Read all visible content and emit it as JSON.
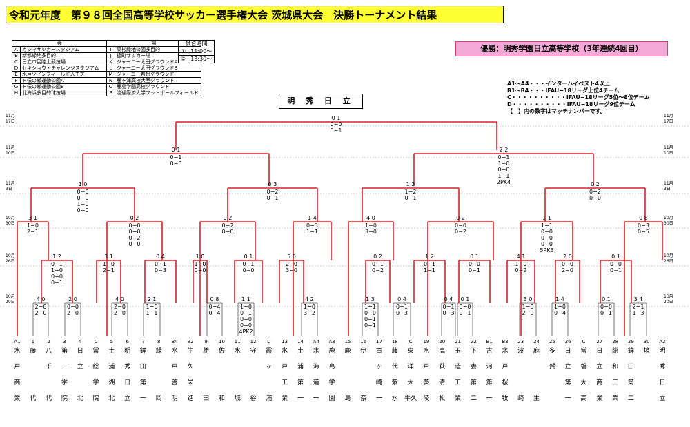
{
  "title": "令和元年度　第９８回全国高等学校サッカー選手権大会 茨城県大会　決勝トーナメント結果",
  "winner_text": "優勝：明秀学園日立高等学校（3年連続4回目）",
  "champion": "明 秀 日 立",
  "venue_header": [
    "会",
    "場"
  ],
  "venues": [
    [
      "A",
      "カシマサッカースタジアム",
      "I",
      "高松緑地公園多目的"
    ],
    [
      "B",
      "新都緑地多目的",
      "J",
      "捷町サッカー場"
    ],
    [
      "C",
      "日立市民陸上競技場",
      "K",
      "ジャーニー太田グラウンドA"
    ],
    [
      "D",
      "セキショウ・チャレンジスタジアム",
      "L",
      "ジャーニー太田グラウンドB"
    ],
    [
      "E",
      "水戸ツインフィールド人工芝",
      "M",
      "ジャーニー若松グラウンド"
    ],
    [
      "F",
      "ト伝の郷運動公園A",
      "N",
      "鹿ヶ浦高校大室グラウンド"
    ],
    [
      "G",
      "ト伝の郷運動公園B",
      "O",
      "鹿島学園高校グラウンド"
    ],
    [
      "H",
      "北海浜多目的球技場",
      "P",
      "流通経済大学フットボールフィールド"
    ]
  ],
  "time_header": "試合時間",
  "times": [
    [
      "①",
      "11:00〜"
    ],
    [
      "②",
      "13:30〜"
    ]
  ],
  "legend": [
    "A1〜A4・・・インターハイベスト4以上",
    "B1〜B4・・・IFAU−18リーグ上位4チーム",
    "C・・・・・・・・・・IFAU−18リーグ5位〜8位チーム",
    "D・・・・・・・・・・IFAU−18リーグ9位チーム",
    "【　】内の数字はマッチナンバーです。"
  ],
  "round_labels": [
    {
      "l": "11月",
      "r": "17日"
    },
    {
      "l": "11月",
      "r": "10日"
    },
    {
      "l": "11月",
      "r": "3日"
    },
    {
      "l": "10月",
      "r": "30日"
    },
    {
      "l": "10月",
      "r": "26日"
    },
    {
      "l": "10月",
      "r": "20日"
    }
  ],
  "seeds": [
    "A1",
    "1",
    "2",
    "3",
    "4",
    "C",
    "5",
    "6",
    "7",
    "8",
    "B4",
    "B2",
    "9",
    "10",
    "11",
    "12",
    "D",
    "13",
    "14",
    "A4",
    "A3",
    "15",
    "16",
    "17",
    "18",
    "C",
    "19",
    "20",
    "21",
    "22",
    "B1",
    "B3",
    "23",
    "24",
    "25",
    "26",
    "C",
    "27",
    "28",
    "29",
    "30",
    "A2"
  ],
  "teams": [
    [
      "水",
      "戸",
      "商",
      "業"
    ],
    [
      "藤",
      "",
      "",
      "代"
    ],
    [
      "八",
      "千",
      "",
      "代"
    ],
    [
      "第",
      "一",
      "学",
      "院"
    ],
    [
      "日",
      "立",
      "",
      "北"
    ],
    [
      "常",
      "総",
      "学",
      "院"
    ],
    [
      "土",
      "浦",
      "湖",
      "北"
    ],
    [
      "明",
      "秀",
      "日",
      "立"
    ],
    [
      "鉾",
      "田",
      "第",
      "一"
    ],
    [
      "緑",
      "",
      "",
      "岡"
    ],
    [
      "水",
      "戸",
      "啓",
      "明"
    ],
    [
      "牛",
      "久",
      "栄",
      "進"
    ],
    [
      "勝",
      "",
      "",
      "田"
    ],
    [
      "佐",
      "",
      "",
      "和"
    ],
    [
      "水",
      "",
      "",
      "城"
    ],
    [
      "守",
      "",
      "",
      "谷"
    ],
    [
      "霞",
      "ヶ",
      "",
      "浦"
    ],
    [
      "水",
      "戸",
      "工",
      "業"
    ],
    [
      "土",
      "浦",
      "第",
      "一"
    ],
    [
      "水",
      "海",
      "道",
      "一"
    ],
    [
      "鹿",
      "島",
      "学",
      "園"
    ],
    [
      "鹿",
      "",
      "",
      "島"
    ],
    [
      "伊",
      "",
      "",
      "奈"
    ],
    [
      "竜",
      "ヶ",
      "崎",
      "一"
    ],
    [
      "藤",
      "代",
      "紫",
      "水"
    ],
    [
      "東",
      "洋",
      "大",
      "牛久"
    ],
    [
      "水",
      "戸",
      "葵",
      "陵"
    ],
    [
      "高",
      "萩",
      "清",
      "松"
    ],
    [
      "玉",
      "造",
      "工",
      "業"
    ],
    [
      "下",
      "妻",
      "第",
      "二"
    ],
    [
      "古",
      "河",
      "第",
      "一"
    ],
    [
      "水",
      "戸",
      "桜",
      "牧"
    ],
    [
      "波",
      "",
      "",
      "崎"
    ],
    [
      "麻",
      "",
      "",
      "生"
    ],
    [
      "多",
      "賀",
      "",
      ""
    ],
    [
      "日",
      "立",
      "第",
      "一"
    ],
    [
      "常",
      "磐",
      "大",
      "高"
    ],
    [
      "日",
      "立",
      "商",
      "業"
    ],
    [
      "総",
      "和",
      "工",
      "業"
    ],
    [
      "鉾",
      "田",
      "第",
      "二"
    ],
    [
      "境",
      "",
      "",
      ""
    ],
    [
      "明",
      "秀",
      "日",
      "立"
    ]
  ],
  "scores": {
    "final": {
      "top": "0 1",
      "sub": [
        "0−0",
        "0−1"
      ]
    },
    "sf": [
      {
        "top": "0 1",
        "sub": [
          "0−1",
          "0−0"
        ]
      },
      {
        "top": "2 2",
        "sub": [
          "0−1",
          "1−0",
          "0−0",
          "1−1",
          "2PK4"
        ]
      }
    ],
    "qf": [
      {
        "top": "1 0",
        "sub": [
          "0−0",
          "0−0",
          "1−0",
          "0−0"
        ]
      },
      {
        "top": "0 3",
        "sub": [
          "0−2",
          "0−1"
        ]
      },
      {
        "top": "1 3",
        "sub": [
          "1−2",
          "0−1"
        ]
      },
      {
        "top": "0 2",
        "sub": [
          "0−2",
          "0−0"
        ]
      }
    ],
    "r16": [
      {
        "top": "3 1",
        "sub": [
          "1−0",
          "2−1"
        ]
      },
      {
        "top": "0 2",
        "sub": [
          "0−0",
          "0−0",
          "0−2",
          "0−0"
        ]
      },
      {
        "top": "0 2",
        "sub": [
          "0−2",
          "0−0"
        ]
      },
      {
        "top": "1 4",
        "sub": [
          "0−3",
          "1−1"
        ]
      },
      {
        "top": "4 0",
        "sub": [
          "1−0",
          "3−0"
        ]
      },
      {
        "top": "0 2",
        "sub": [
          "0−0",
          "0−2"
        ]
      },
      {
        "top": "1 1",
        "sub": [
          "1−1",
          "0−0",
          "0−0",
          "0−0",
          "5PK3"
        ]
      },
      {
        "top": "0 8",
        "sub": [
          "0−3",
          "0−5"
        ]
      }
    ],
    "r32": [
      {
        "top": "1 2",
        "sub": [
          "0−1",
          "1−0",
          "0−0",
          "0−1"
        ]
      },
      {
        "top": "3 1",
        "sub": [
          "1−0",
          "2−1"
        ]
      },
      {
        "top": "0 4",
        "sub": [
          "0−1",
          "0−3"
        ]
      },
      {
        "top": "1 0",
        "sub": [
          "1−0",
          "0−0"
        ]
      },
      {
        "top": "0 1",
        "sub": [
          "0−1",
          "0−0"
        ]
      },
      {
        "top": "5 0",
        "sub": [
          "2−0",
          "3−0"
        ]
      },
      {
        "top": "0 2",
        "sub": [
          "0−1",
          "0−2"
        ]
      },
      {
        "top": "1 2",
        "sub": [
          "0−1",
          "1−1"
        ]
      },
      {
        "top": "0 1",
        "sub": [
          "0−0",
          "0−1"
        ]
      },
      {
        "top": "4 1",
        "sub": [
          "1−0",
          "0−2"
        ]
      },
      {
        "top": "2 0",
        "sub": [
          "0−0",
          "2−0"
        ]
      },
      {
        "top": "0 1",
        "sub": [
          "0−0",
          "0−1"
        ]
      }
    ],
    "r64": [
      {
        "top": "4 0",
        "sub": [
          "2−0",
          "2−0"
        ]
      },
      {
        "top": "2 0",
        "sub": [
          "0−0",
          "2−0"
        ]
      },
      {
        "top": "4 0",
        "sub": [
          "2−0",
          "2−0"
        ]
      },
      {
        "top": "2 1",
        "sub": [
          "1−0",
          "1−1"
        ]
      },
      {
        "top": "0 8",
        "sub": [
          "0−4",
          "0−4"
        ]
      },
      {
        "top": "1 1",
        "sub": [
          "1−0",
          "0−1",
          "0−0",
          "0−0",
          "4PK2"
        ]
      },
      {
        "top": "4 2",
        "sub": [
          "1−0",
          "3−2"
        ]
      },
      {
        "top": "1 3",
        "sub": [
          "1−1",
          "0−0",
          "0−1",
          "0−1"
        ]
      },
      {
        "top": "0 4",
        "sub": [
          "0−1",
          "0−3"
        ]
      },
      {
        "top": "0 4",
        "sub": [
          "0−1",
          "0−3"
        ]
      },
      {
        "top": "0 1",
        "sub": [
          "0−0",
          "0−1"
        ]
      },
      {
        "top": "3 0",
        "sub": [
          "1−0",
          "2−0"
        ]
      },
      {
        "top": "1 4",
        "sub": [
          "1−0",
          "0−4"
        ]
      },
      {
        "top": "0 1",
        "sub": [
          "0−0",
          "0−1"
        ]
      },
      {
        "top": "3 4",
        "sub": [
          "2−1",
          "1−3"
        ]
      }
    ]
  }
}
